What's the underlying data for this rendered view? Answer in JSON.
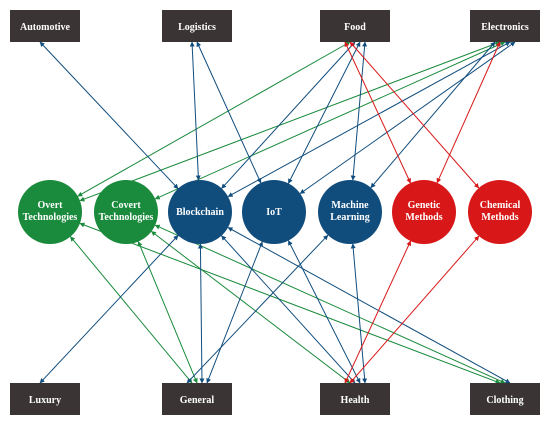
{
  "colors": {
    "box": "#3b3434",
    "green": "#1a8a3c",
    "blue": "#104d7d",
    "red": "#d81818"
  },
  "sectors": {
    "automotive": "Automotive",
    "logistics": "Logistics",
    "food": "Food",
    "electronics": "Electronics",
    "luxury": "Luxury",
    "general": "General",
    "health": "Health",
    "clothing": "Clothing"
  },
  "technologies": {
    "overt1": [
      "Overt",
      "Technologies"
    ],
    "covert": [
      "Covert",
      "Technologies"
    ],
    "blockchain": [
      "Blockchain"
    ],
    "iot": [
      "IoT"
    ],
    "ml": [
      "Machine",
      "Learning"
    ],
    "genetic": [
      "Genetic",
      "Methods"
    ],
    "chemical": [
      "Chemical",
      "Methods"
    ]
  },
  "links": [
    {
      "tech": "overt1",
      "sector": "food",
      "color": "green"
    },
    {
      "tech": "overt1",
      "sector": "electronics",
      "color": "green"
    },
    {
      "tech": "overt1",
      "sector": "general",
      "color": "green"
    },
    {
      "tech": "overt1",
      "sector": "clothing",
      "color": "green"
    },
    {
      "tech": "covert",
      "sector": "electronics",
      "color": "green"
    },
    {
      "tech": "covert",
      "sector": "general",
      "color": "green"
    },
    {
      "tech": "covert",
      "sector": "health",
      "color": "green"
    },
    {
      "tech": "covert",
      "sector": "clothing",
      "color": "green"
    },
    {
      "tech": "blockchain",
      "sector": "automotive",
      "color": "blue"
    },
    {
      "tech": "blockchain",
      "sector": "logistics",
      "color": "blue"
    },
    {
      "tech": "blockchain",
      "sector": "food",
      "color": "blue"
    },
    {
      "tech": "blockchain",
      "sector": "electronics",
      "color": "blue"
    },
    {
      "tech": "blockchain",
      "sector": "luxury",
      "color": "blue"
    },
    {
      "tech": "blockchain",
      "sector": "general",
      "color": "blue"
    },
    {
      "tech": "blockchain",
      "sector": "health",
      "color": "blue"
    },
    {
      "tech": "blockchain",
      "sector": "clothing",
      "color": "blue"
    },
    {
      "tech": "iot",
      "sector": "logistics",
      "color": "blue"
    },
    {
      "tech": "iot",
      "sector": "food",
      "color": "blue"
    },
    {
      "tech": "iot",
      "sector": "electronics",
      "color": "blue"
    },
    {
      "tech": "iot",
      "sector": "general",
      "color": "blue"
    },
    {
      "tech": "iot",
      "sector": "health",
      "color": "blue"
    },
    {
      "tech": "ml",
      "sector": "food",
      "color": "blue"
    },
    {
      "tech": "ml",
      "sector": "electronics",
      "color": "blue"
    },
    {
      "tech": "ml",
      "sector": "general",
      "color": "blue"
    },
    {
      "tech": "ml",
      "sector": "health",
      "color": "blue"
    },
    {
      "tech": "genetic",
      "sector": "food",
      "color": "red"
    },
    {
      "tech": "genetic",
      "sector": "electronics",
      "color": "red"
    },
    {
      "tech": "genetic",
      "sector": "health",
      "color": "red"
    },
    {
      "tech": "chemical",
      "sector": "food",
      "color": "red"
    },
    {
      "tech": "chemical",
      "sector": "health",
      "color": "red"
    }
  ]
}
